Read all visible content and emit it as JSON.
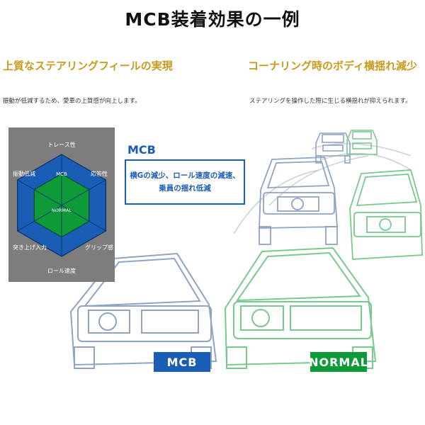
{
  "title": "MCB装着効果の一例",
  "left": {
    "heading": "上質なステアリングフィールの実現",
    "description": "振動が低減するため、愛車の上質感が向上します。"
  },
  "right": {
    "heading": "コーナリング時のボディ横揺れ減少",
    "description": "ステアリングを操作した際に生じる横揺れが抑えられます。"
  },
  "radar": {
    "axes": [
      "トレース性",
      "応答性",
      "グリップ感",
      "ロール速度",
      "突き上げ入力",
      "振動低減"
    ],
    "inner_labels": {
      "mcb": "MCB",
      "normal": "NORMAL"
    },
    "mcb_levels": [
      1.0,
      1.0,
      1.0,
      1.0,
      1.0,
      1.0
    ],
    "normal_levels": [
      0.62,
      0.62,
      0.62,
      0.62,
      0.62,
      0.62
    ]
  },
  "callout": {
    "label": "MCB",
    "line1": "横Gの減少、ロール速度の減速、",
    "line2": "乗員の揺れ低減"
  },
  "tags": {
    "mcb": "MCB",
    "normal": "NORMAL"
  },
  "colors": {
    "mcb": "#1a5db5",
    "normal": "#0f9a3a",
    "heading": "#c79a1e",
    "mcb_outline": "#8fa3c4",
    "normal_outline": "#78c98d",
    "panel": "#7d7d7d"
  }
}
